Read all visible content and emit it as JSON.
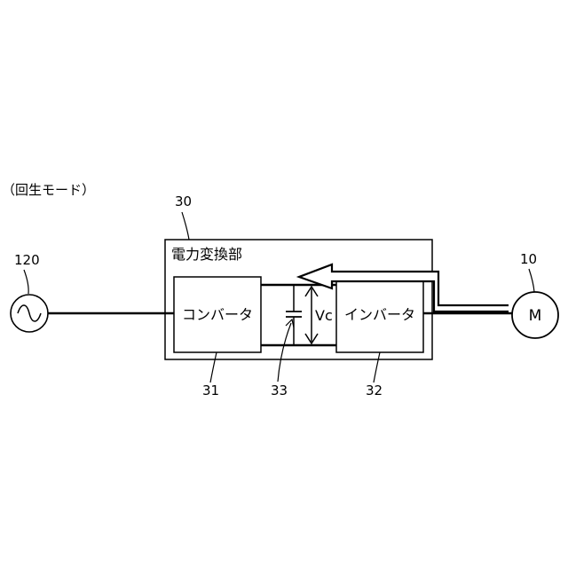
{
  "mode_label": "（回生モード）",
  "power_converter": {
    "ref": "30",
    "title": "電力変換部"
  },
  "ac_source": {
    "ref": "120"
  },
  "converter": {
    "ref": "31",
    "label": "コンバータ"
  },
  "capacitor": {
    "ref": "33",
    "voltage_label": "Vc"
  },
  "inverter": {
    "ref": "32",
    "label": "インバータ"
  },
  "motor": {
    "ref": "10",
    "label": "M"
  },
  "colors": {
    "line": "#000000",
    "background": "#ffffff",
    "box_fill": "#ffffff"
  }
}
